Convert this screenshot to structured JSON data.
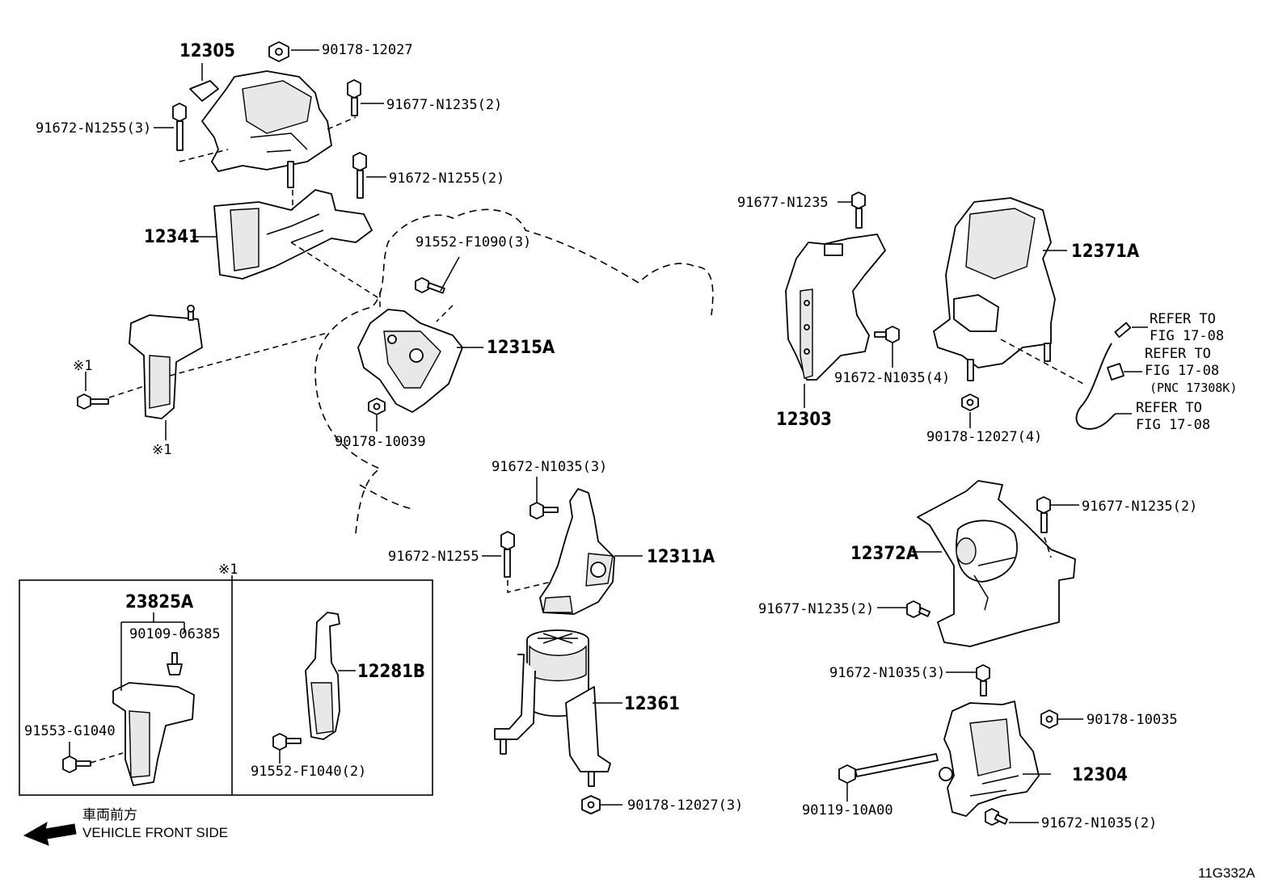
{
  "diagram_code": "11G332A",
  "note_marker": "※1",
  "direction": {
    "japanese": "車両前方",
    "english": "VEHICLE FRONT SIDE"
  },
  "callouts": {
    "p12305": "12305",
    "p90178_12027_top": "90178-12027",
    "p91672_N1255_3": "91672-N1255(3)",
    "p91677_N1235_2_top": "91677-N1235(2)",
    "p91672_N1255_2": "91672-N1255(2)",
    "p12341": "12341",
    "p91552_F1090_3": "91552-F1090(3)",
    "p12315A": "12315A",
    "p90178_10039": "90178-10039",
    "p91677_N1235_right": "91677-N1235",
    "p12371A": "12371A",
    "p91672_N1035_4": "91672-N1035(4)",
    "p12303": "12303",
    "p90178_12027_4": "90178-12027(4)",
    "refer1": "REFER TO",
    "fig1": "FIG 17-08",
    "refer2": "REFER TO",
    "fig2": "FIG 17-08",
    "pnc2": "(PNC 17308K)",
    "refer3": "REFER TO",
    "fig3": "FIG 17-08",
    "p91672_N1035_3_mid": "91672-N1035(3)",
    "p91672_N1255_mid": "91672-N1255",
    "p12311A": "12311A",
    "p12361": "12361",
    "p90178_12027_3": "90178-12027(3)",
    "p91677_N1235_2_mid": "91677-N1235(2)",
    "p12372A": "12372A",
    "p91677_N1235_2_low": "91677-N1235(2)",
    "p91672_N1035_3_low": "91672-N1035(3)",
    "p90178_10035": "90178-10035",
    "p12304": "12304",
    "p90119_10A00": "90119-10A00",
    "p91672_N1035_2": "91672-N1035(2)",
    "p23825A": "23825A",
    "p90109_06385": "90109-06385",
    "p91553_G1040": "91553-G1040",
    "p12281B": "12281B",
    "p91552_F1040_2": "91552-F1040(2)"
  }
}
